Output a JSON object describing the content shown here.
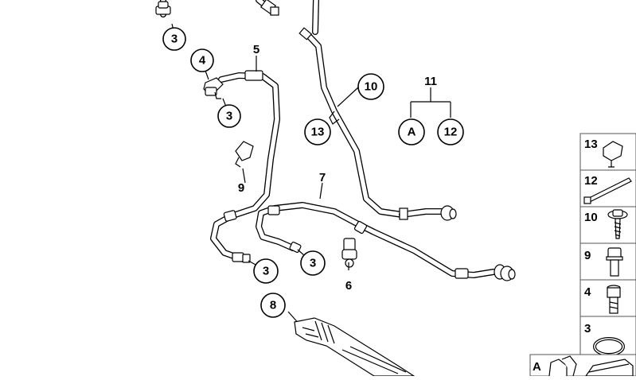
{
  "callouts": {
    "c3_top": "3",
    "c4": "4",
    "c3_mid": "3",
    "c10": "10",
    "c13": "13",
    "cA": "A",
    "c12": "12",
    "c3_low1": "3",
    "c3_low2": "3",
    "c8": "8"
  },
  "labels": {
    "l5": "5",
    "l9": "9",
    "l7": "7",
    "l6": "6",
    "l11": "11"
  },
  "legend": {
    "items": [
      {
        "number": "13",
        "icon": "plug-clip-icon"
      },
      {
        "number": "12",
        "icon": "cable-tie-icon"
      },
      {
        "number": "10",
        "icon": "screw-with-washer-icon"
      },
      {
        "number": "9",
        "icon": "hex-bolt-icon"
      },
      {
        "number": "4",
        "icon": "socket-screw-icon"
      },
      {
        "number": "3",
        "icon": "o-ring-icon"
      },
      {
        "number": "A",
        "icon": "hose-clamp-icon"
      }
    ]
  }
}
